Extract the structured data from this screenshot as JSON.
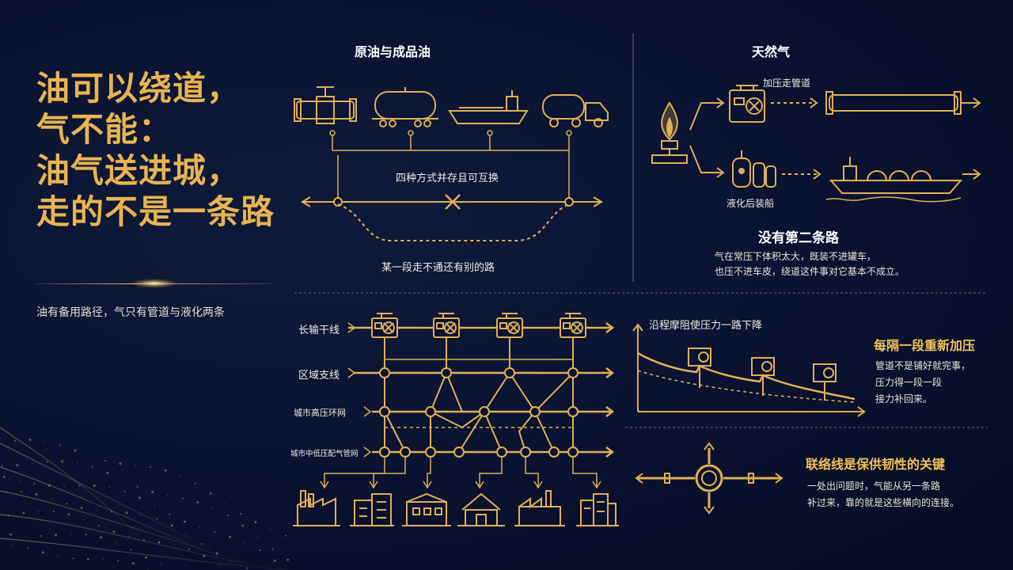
{
  "title": {
    "lines": [
      "油可以绕道，",
      "气不能：",
      "油气送进城，",
      "走的不是一条路"
    ]
  },
  "subtitle": "油有备用路径，气只有管道与液化两条",
  "oil": {
    "heading": "原油与成品油",
    "coexist_label": "四种方式并存且可互换",
    "detour_label": "某一段走不通还有别的路",
    "icons": [
      "pipeline-valve-icon",
      "rail-tank-car-icon",
      "tanker-ship-icon",
      "tank-truck-icon"
    ]
  },
  "gas": {
    "heading": "天然气",
    "pipe_route_label": "加压走管道",
    "lng_route_label": "液化后装船",
    "no_second_heading": "没有第二条路",
    "no_second_body": [
      "气在常压下体积太大，既装不进罐车，",
      "也压不进车皮，绕道这件事对它基本不成立。"
    ]
  },
  "network": {
    "levels": [
      "长输干线",
      "区域支线",
      "城市高压环网",
      "城市中低压配气管网"
    ],
    "consumers": [
      "factory-icon",
      "office-building-icon",
      "apartment-icon",
      "house-icon",
      "plant-icon",
      "tower-icon"
    ]
  },
  "pressure": {
    "chart_title": "沿程摩阻使压力一路下降",
    "heading": "每隔一段重新加压",
    "body": [
      "管道不是铺好就完事，",
      "压力得一段一段",
      "接力补回来。"
    ]
  },
  "link": {
    "heading": "联络线是保供韧性的关键",
    "body": [
      "一处出问题时，气能从另一条路",
      "补过来，靠的就是这些横向的连接。"
    ]
  },
  "colors": {
    "gold": "#e0b055",
    "gold_text": "#e8b452",
    "background": "#0a1230"
  }
}
